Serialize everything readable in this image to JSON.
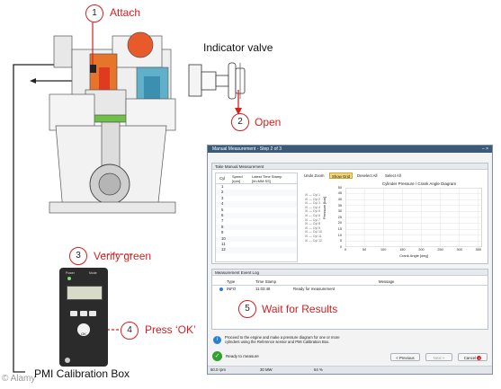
{
  "callouts": {
    "c1": {
      "num": "1",
      "text": "Attach"
    },
    "c2": {
      "num": "2",
      "text": "Open"
    },
    "c3": {
      "num": "3",
      "text": "Verify green"
    },
    "c4": {
      "num": "4",
      "text": "Press ‘OK’"
    },
    "c5": {
      "num": "5",
      "text": "Wait for Results"
    }
  },
  "labels": {
    "indicator_valve": "Indicator valve",
    "pmi_box": "PMI Calibration Box",
    "watermark": "© Alamy"
  },
  "device": {
    "k1": "Power",
    "k2": "Mode",
    "ok": "OK"
  },
  "dialog": {
    "title": "Manual Measurement - Step 2 of 3",
    "take_section": "Take Manual Measurement",
    "table_headers": {
      "cyl": "Cyl",
      "speed": "Speed [rpm]",
      "latest": "Latest Time Stamp [hh:MM:SS]"
    },
    "cylinders": [
      "1",
      "2",
      "3",
      "4",
      "5",
      "6",
      "7",
      "8",
      "9",
      "10",
      "11",
      "12"
    ],
    "toolbar": {
      "undo": "Undo Zoom",
      "show_grid": "Show Grid",
      "deselect": "Deselect All",
      "select": "Select All"
    },
    "legend": [
      "Cyl 1",
      "Cyl 2",
      "Cyl 3",
      "Cyl 4",
      "Cyl 5",
      "Cyl 6",
      "Cyl 7",
      "Cyl 8",
      "Cyl 9",
      "Cyl 10",
      "Cyl 11",
      "Cyl 12"
    ],
    "event_section": "Measurement Event Log",
    "event_headers": {
      "type": "Type",
      "time": "Time Stamp",
      "message": "Message"
    },
    "event_row": {
      "type": "INFO",
      "time": "11:03:48",
      "message": "Ready for measurement"
    },
    "info_text": "Proceed to the engine and make a pressure diagram for one or more cylinders using the Reference sensor and PMI Calibration Box.",
    "ready_text": "Ready to measure",
    "buttons": {
      "previous": "< Previous",
      "next": "Next >",
      "cancel": "Cancel"
    },
    "status": {
      "rpm": "60.0 rpm",
      "power": "30 MW",
      "load": "64 %"
    }
  },
  "chart_data": {
    "type": "line",
    "title": "Cylinder Pressure / Crank Angle Diagram",
    "xlabel": "Crank Angle [deg]",
    "ylabel": "Pressure [bar]",
    "xlim": [
      0,
      360
    ],
    "ylim": [
      0,
      50
    ],
    "x_ticks": [
      "0",
      "50",
      "100",
      "150",
      "200",
      "250",
      "300",
      "350"
    ],
    "y_ticks": [
      "50",
      "45",
      "40",
      "35",
      "30",
      "25",
      "20",
      "15",
      "10",
      "5",
      "0"
    ],
    "grid": true,
    "series": []
  },
  "colors": {
    "accent": "#d42020",
    "title_bar": "#3b5a7a",
    "info": "#2a7fd0",
    "ok": "#2fa12f"
  }
}
